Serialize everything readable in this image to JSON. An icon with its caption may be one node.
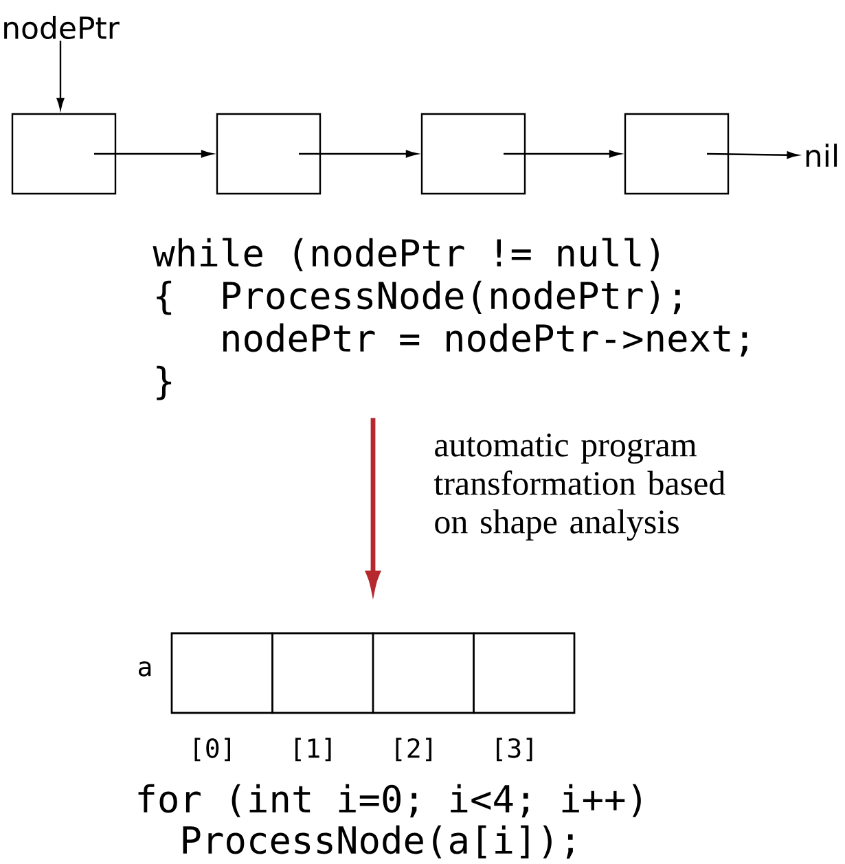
{
  "diagram": {
    "nodes": [
      {
        "text": [
          "nodePtr"
        ]
      },
      {
        "text": [],
        "shape": "box"
      },
      {
        "text": [],
        "shape": "box"
      },
      {
        "text": [],
        "shape": "box"
      },
      {
        "text": [],
        "shape": "box"
      },
      {
        "text": [
          "nil"
        ]
      },
      {
        "text": [
          "while (nodePtr != null)",
          "{",
          "ProcessNode(nodePtr);",
          "nodePtr = nodePtr->next;",
          "}"
        ]
      },
      {
        "text": [],
        "shape": "box",
        "beside": [
          "a"
        ]
      },
      {
        "text": [],
        "shape": "box",
        "in": 7,
        "beside": [
          "[0]"
        ]
      },
      {
        "text": [],
        "shape": "box",
        "in": 7,
        "beside": [
          "[1]"
        ]
      },
      {
        "text": [],
        "shape": "box",
        "in": 7,
        "beside": [
          "[2]"
        ]
      },
      {
        "text": [],
        "shape": "box",
        "in": 7,
        "beside": [
          "[3]"
        ]
      }
    ],
    "edges": [
      {
        "from": 0,
        "to": 1,
        "arrow": "to"
      },
      {
        "from": 1,
        "to": 2,
        "arrow": "to"
      },
      {
        "from": 2,
        "to": 3,
        "arrow": "to"
      },
      {
        "from": 3,
        "to": 4,
        "arrow": "to"
      },
      {
        "from": 4,
        "to": 5,
        "arrow": "to"
      },
      {
        "from": 6,
        "to": 7,
        "arrow": "to",
        "label": "automatic program transformation based on shape analysis",
        "style": "thick",
        "color": "#b5282e"
      }
    ],
    "labels": [
      "for (int i=0; i<4; i++)",
      "ProcessNode(a[i]);"
    ]
  }
}
